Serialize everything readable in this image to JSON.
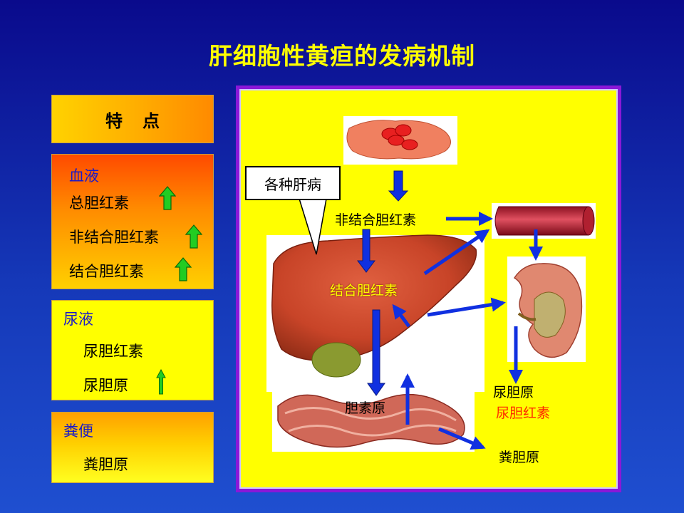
{
  "title": "肝细胞性黄疸的发病机制",
  "left": {
    "feature": "特点",
    "blood": {
      "heading": "血液",
      "items": [
        {
          "label": "总胆红素",
          "trend": "up"
        },
        {
          "label": "非结合胆红素",
          "trend": "up"
        },
        {
          "label": "结合胆红素",
          "trend": "up"
        }
      ]
    },
    "urine": {
      "heading": "尿液",
      "items": [
        {
          "label": "尿胆红素",
          "trend": null
        },
        {
          "label": "尿胆原",
          "trend": "up"
        }
      ]
    },
    "stool": {
      "heading": "粪便",
      "items": [
        {
          "label": "粪胆原",
          "trend": null
        }
      ]
    }
  },
  "diagram": {
    "callout": "各种肝病",
    "unconjugated": "非结合胆红素",
    "conjugated": "结合胆红素",
    "urobilinogen_gut": "胆素原",
    "urine_urobilinogen": "尿胆原",
    "urine_bilirubin": "尿胆红素",
    "stool_stercobilinogen": "粪胆原"
  },
  "colors": {
    "title": "#ffff00",
    "heading_blue": "#1a1ac8",
    "arrow_green": "#22cc22",
    "flow_arrow": "#1030e0",
    "frame_border": "#8a18d8",
    "conjugated_text": "#e00000",
    "urine_bilirubin_text": "#ff2a00"
  }
}
